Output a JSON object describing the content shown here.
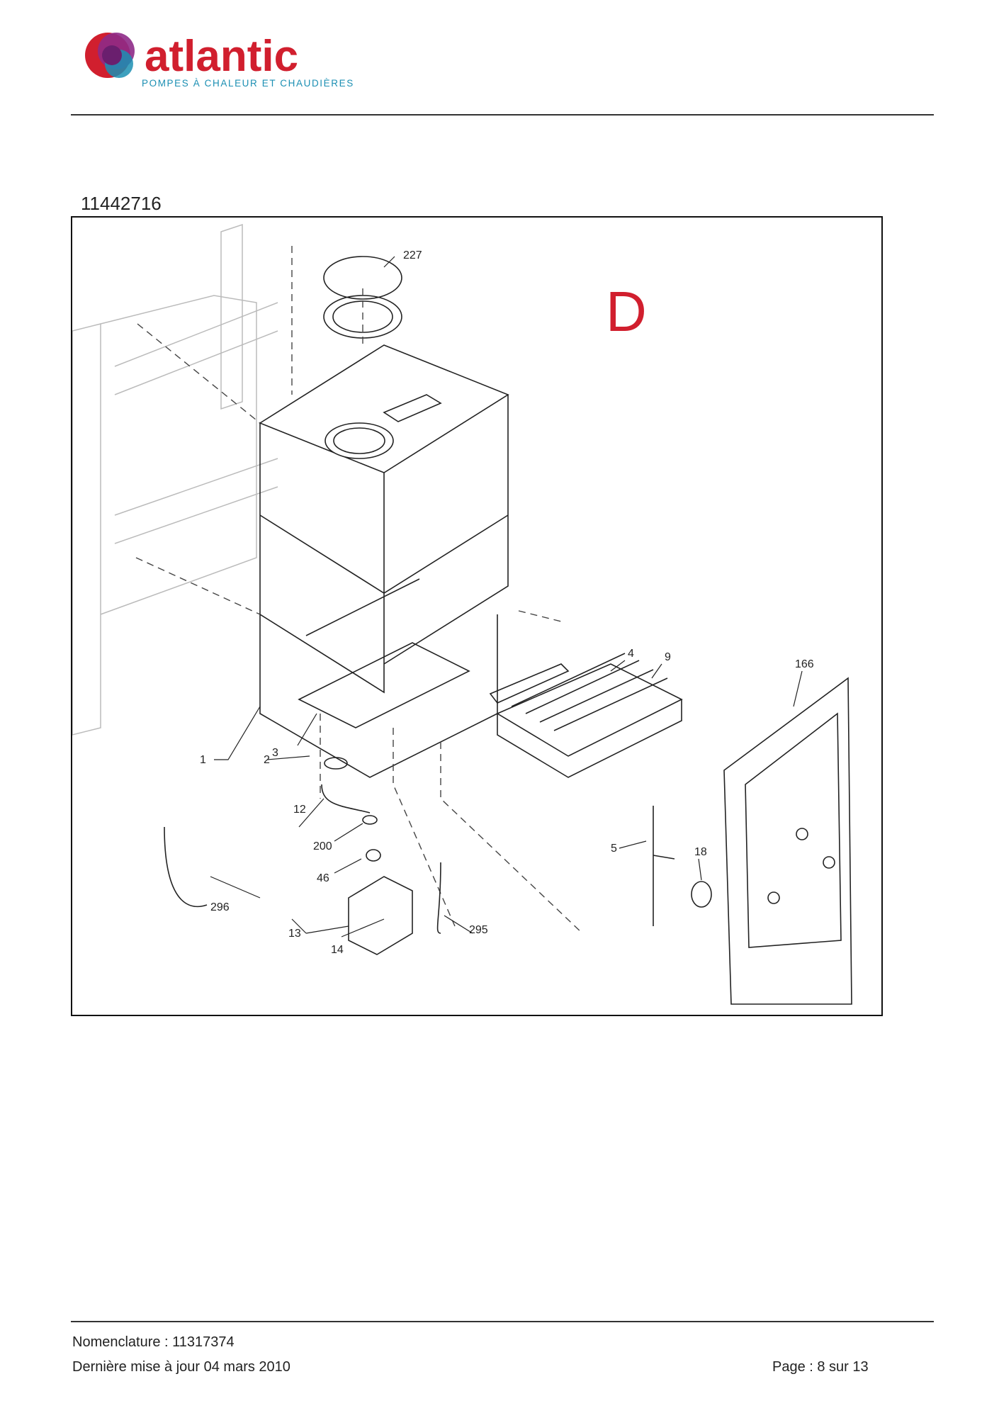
{
  "header": {
    "brand": "atlantic",
    "tagline": "POMPES À CHALEUR ET CHAUDIÈRES",
    "colors": {
      "brand_red": "#d11f2e",
      "brand_purple": "#8e2a87",
      "brand_blue": "#1b8fb3"
    }
  },
  "document": {
    "reference": "11442716",
    "section_letter": "D",
    "part_labels": [
      "227",
      "4",
      "9",
      "166",
      "3",
      "1",
      "2",
      "12",
      "200",
      "46",
      "296",
      "13",
      "14",
      "295",
      "5",
      "18"
    ]
  },
  "footer": {
    "nomenclature": "Nomenclature : 11317374",
    "last_update": "Dernière mise à jour 04 mars 2010",
    "page": "Page : 8 sur 13"
  }
}
